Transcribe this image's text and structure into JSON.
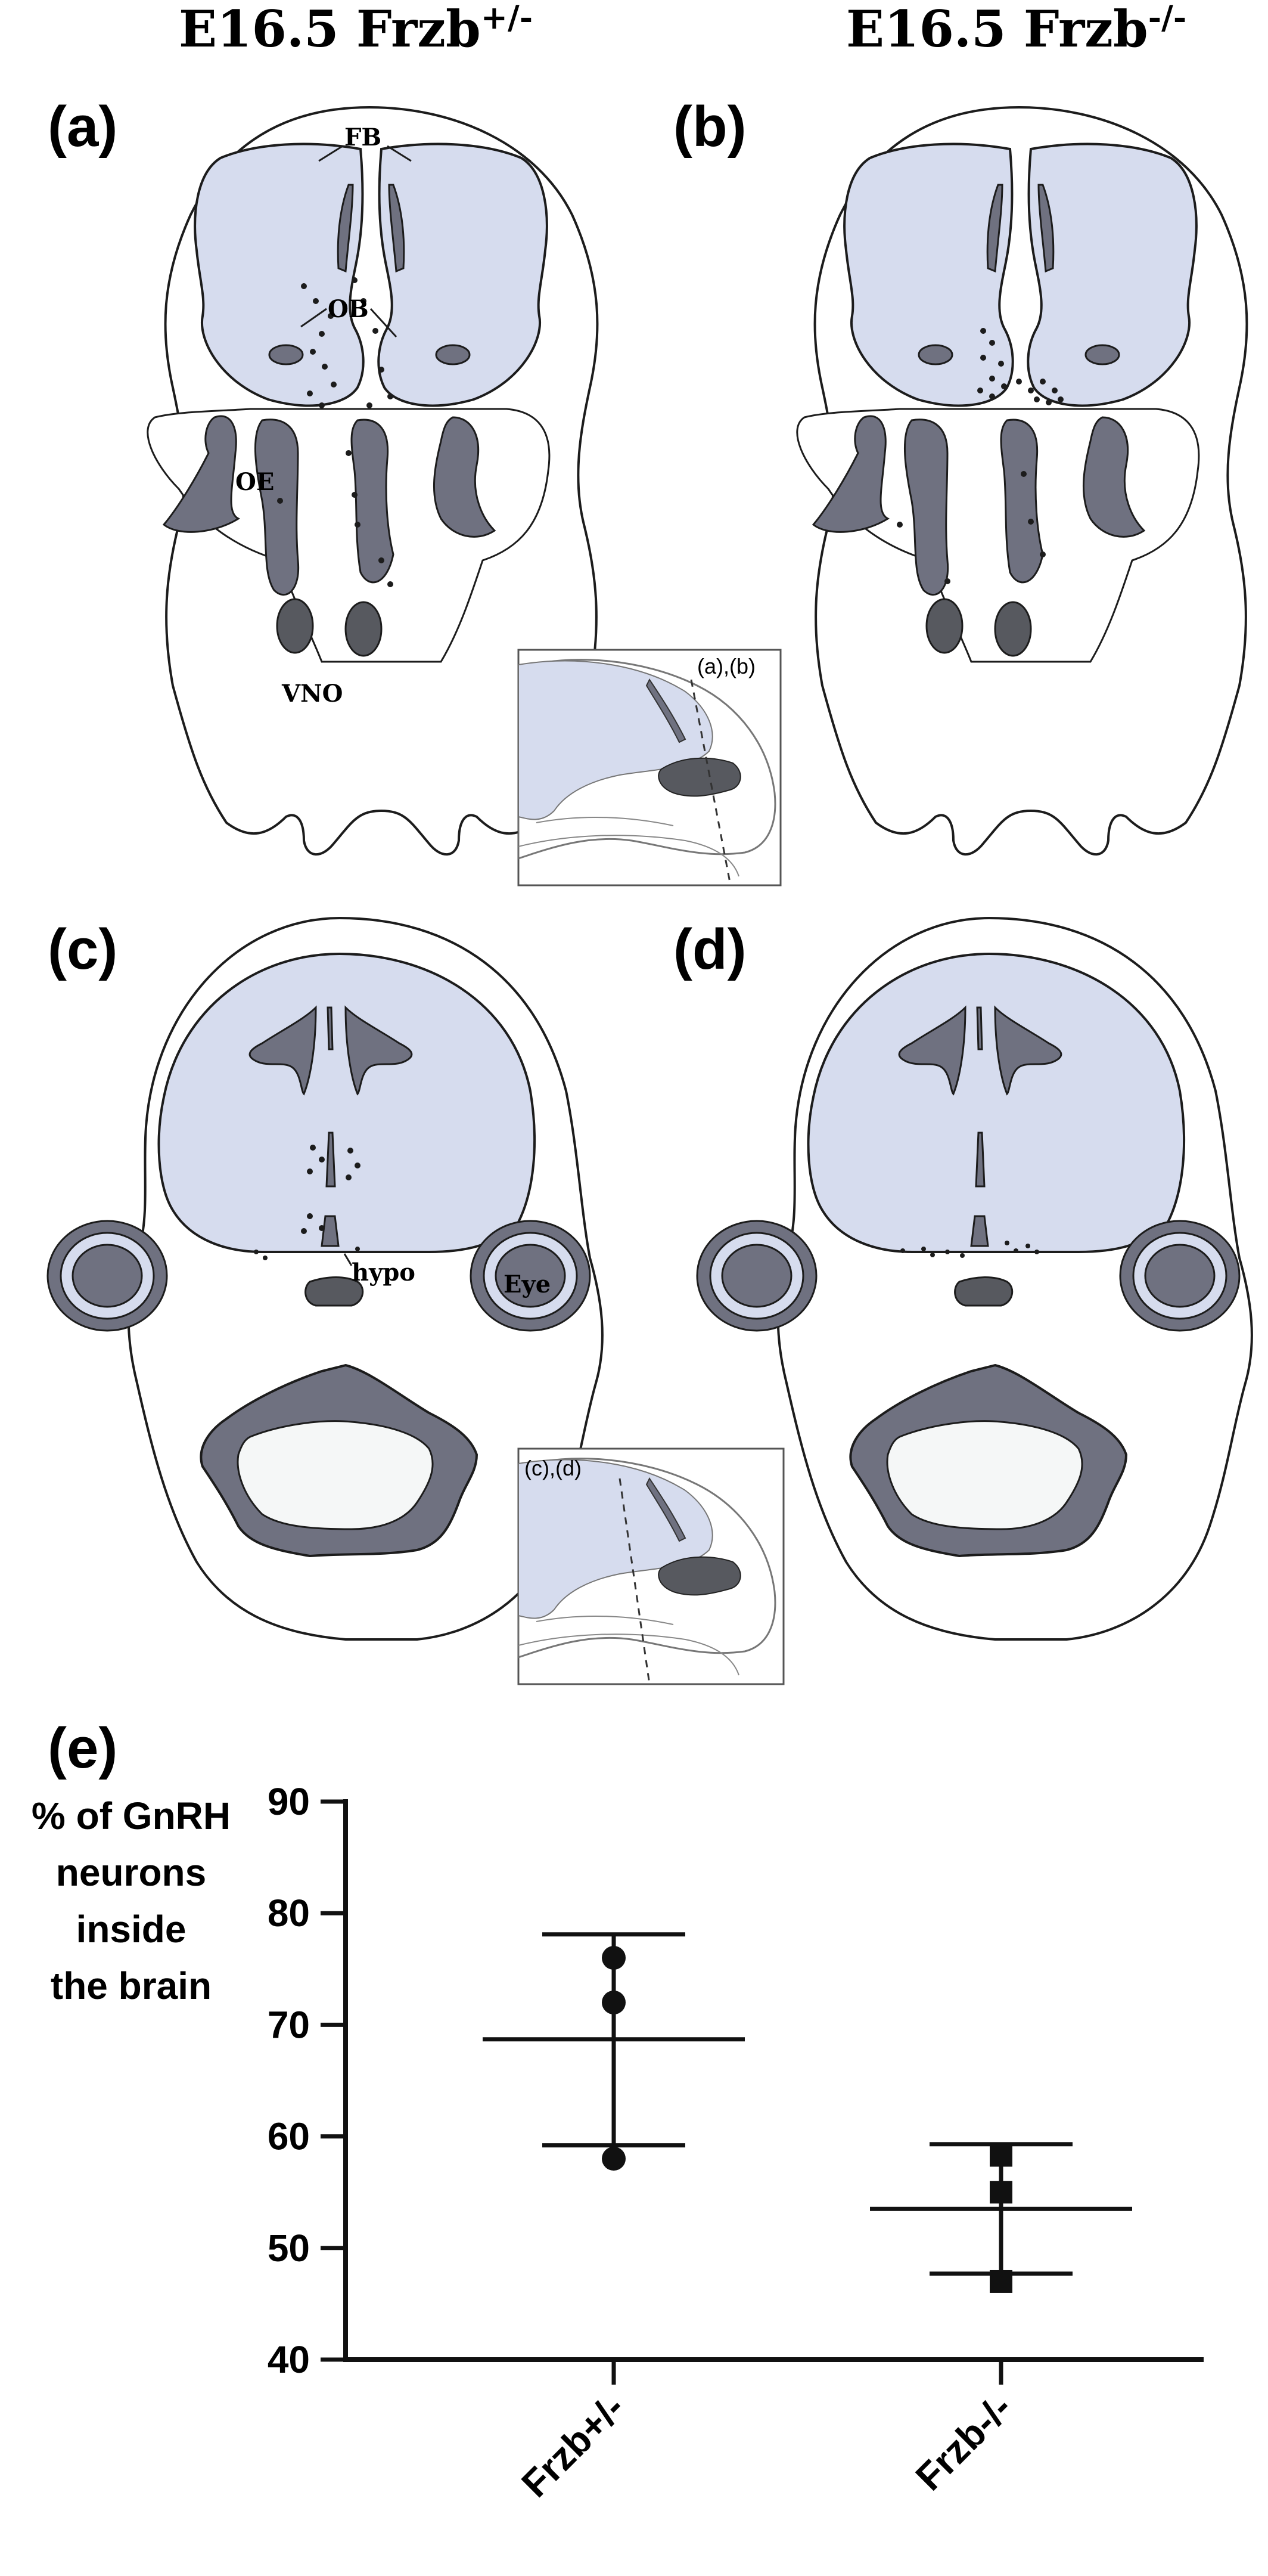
{
  "header": {
    "left_title": "E16.5 Frzb",
    "left_sup": "+/-",
    "right_title": "E16.5 Frzb",
    "right_sup": "-/-"
  },
  "panels": {
    "a": "(a)",
    "b": "(b)",
    "c": "(c)",
    "d": "(d)",
    "e": "(e)"
  },
  "annotations": {
    "fb": "FB",
    "ob": "OB",
    "oe": "OE",
    "vno": "VNO",
    "hypo": "hypo",
    "eye": "Eye"
  },
  "insets": {
    "top": "(a),(b)",
    "bottom": "(c),(d)"
  },
  "colors": {
    "brain_fill": "#d6dcee",
    "dark_fill": "#6f7180",
    "darker_fill": "#57595f",
    "line": "#1c1c1c"
  },
  "chart_data": {
    "type": "scatter",
    "title": "",
    "ylabel_lines": [
      "% of GnRH",
      "neurons",
      "inside",
      "the brain"
    ],
    "xlabel": "",
    "ylim": [
      40,
      90
    ],
    "yticks": [
      40,
      50,
      60,
      70,
      80,
      90
    ],
    "categories": [
      "Frzb+/-",
      "Frzb-/-"
    ],
    "series": [
      {
        "category": "Frzb+/-",
        "marker": "circle",
        "values": [
          76,
          72,
          58
        ],
        "mean": 68.7,
        "sd_upper": 78.1,
        "sd_lower": 59.2
      },
      {
        "category": "Frzb-/-",
        "marker": "square",
        "values": [
          58.3,
          55,
          47
        ],
        "mean": 53.5,
        "sd_upper": 59.3,
        "sd_lower": 47.7
      }
    ]
  }
}
